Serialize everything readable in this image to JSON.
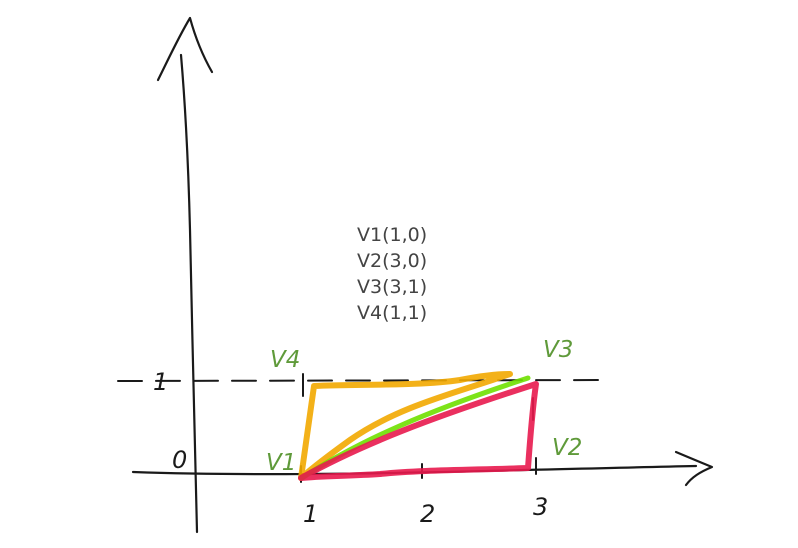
{
  "vertex_list": [
    {
      "text": "V1(1,0)"
    },
    {
      "text": "V2(3,0)"
    },
    {
      "text": "V3(3,1)"
    },
    {
      "text": "V4(1,1)"
    }
  ],
  "vertex_labels": {
    "v1": "V1",
    "v2": "V2",
    "v3": "V3",
    "v4": "V4"
  },
  "axis_ticks": {
    "x": [
      "1",
      "2",
      "3"
    ],
    "y": [
      "0",
      "1"
    ]
  },
  "colors": {
    "ink": "#1a1a1a",
    "label_green": "#5f9a3a",
    "triangle_orange": "#f2a900",
    "triangle_red": "#e8194e",
    "diagonal_green": "#6fe000"
  }
}
